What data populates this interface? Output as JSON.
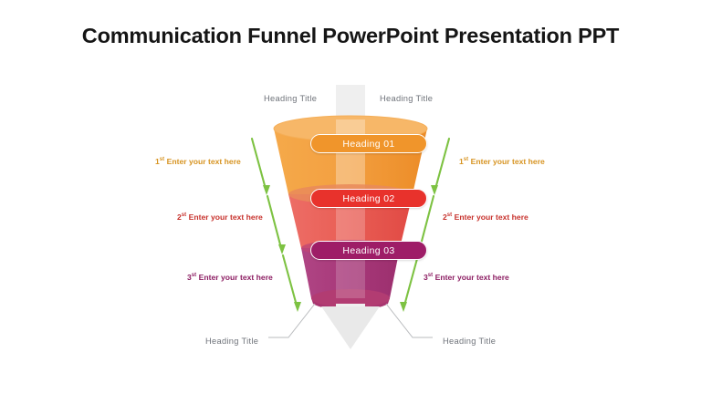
{
  "title": "Communication Funnel PowerPoint Presentation PPT",
  "funnel": {
    "stages": [
      {
        "pill_label": "Heading  01",
        "band_color": "#F0982F",
        "pill_color": "#F0952B"
      },
      {
        "pill_label": "Heading  02",
        "band_color": "#E8574E",
        "pill_color": "#E8322C"
      },
      {
        "pill_label": "Heading  03",
        "band_color": "#A8397A",
        "pill_color": "#9E1D67"
      }
    ]
  },
  "side_labels": {
    "left": [
      {
        "ordinal": "1",
        "suffix": "st",
        "text": "Enter your text here",
        "color": "#D79422"
      },
      {
        "ordinal": "2",
        "suffix": "st",
        "text": "Enter your text here",
        "color": "#C7312C"
      },
      {
        "ordinal": "3",
        "suffix": "st",
        "text": "Enter your text here",
        "color": "#8C1D62"
      }
    ],
    "right": [
      {
        "ordinal": "1",
        "suffix": "st",
        "text": "Enter your text here",
        "color": "#D79422"
      },
      {
        "ordinal": "2",
        "suffix": "st",
        "text": "Enter your text here",
        "color": "#C7312C"
      },
      {
        "ordinal": "3",
        "suffix": "st",
        "text": "Enter your text here",
        "color": "#8C1D62"
      }
    ]
  },
  "heading_titles": {
    "top_left": "Heading Title",
    "top_right": "Heading Title",
    "bottom_left": "Heading Title",
    "bottom_right": "Heading Title"
  },
  "colors": {
    "background": "#FFFFFF",
    "title_text": "#161616",
    "heading_title_text": "#6E7279",
    "arrow_shaft": "#EFEFEF",
    "green_arrow": "#7DC242",
    "connector_line": "#B9BBBE"
  }
}
